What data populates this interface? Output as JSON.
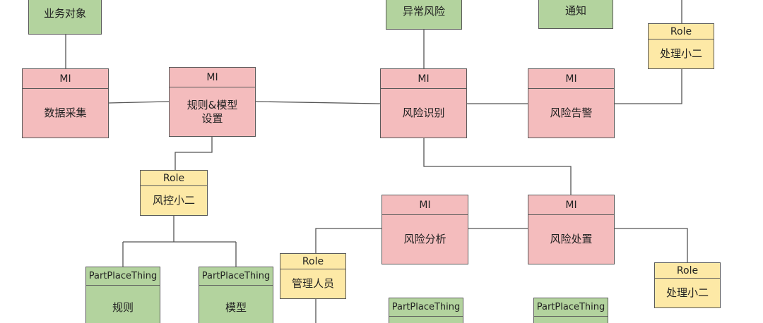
{
  "nodes": {
    "business_object": {
      "label": "业务对象"
    },
    "abnormal_risk": {
      "label": "异常风险"
    },
    "notice": {
      "label": "通知"
    },
    "data_collection": {
      "stereotype": "MI",
      "label": "数据采集"
    },
    "rule_model_setup": {
      "stereotype": "MI",
      "label": "规则&模型设置"
    },
    "risk_identify": {
      "stereotype": "MI",
      "label": "风险识别"
    },
    "risk_alert": {
      "stereotype": "MI",
      "label": "风险告警"
    },
    "handler_top": {
      "stereotype": "Role",
      "label": "处理小二"
    },
    "risk_control": {
      "stereotype": "Role",
      "label": "风控小二"
    },
    "rule": {
      "stereotype": "PartPlaceThing",
      "label": "规则"
    },
    "model": {
      "stereotype": "PartPlaceThing",
      "label": "模型"
    },
    "risk_analysis": {
      "stereotype": "MI",
      "label": "风险分析"
    },
    "risk_disposal": {
      "stereotype": "MI",
      "label": "风险处置"
    },
    "manager": {
      "stereotype": "Role",
      "label": "管理人员"
    },
    "handler_bottom": {
      "stereotype": "Role",
      "label": "处理小二"
    },
    "ppt_partial_1": {
      "stereotype": "PartPlaceThing",
      "label": ""
    },
    "ppt_partial_2": {
      "stereotype": "PartPlaceThing",
      "label": ""
    }
  },
  "colors": {
    "moment_interval": "#f4bcbd",
    "role": "#fde9a6",
    "part_place_thing": "#b3d39e",
    "border": "#5a5a5a",
    "line": "#555555"
  }
}
